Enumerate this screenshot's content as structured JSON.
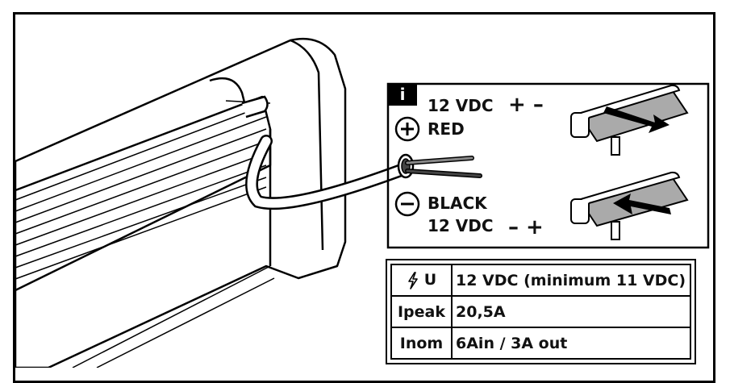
{
  "info_panel": {
    "info_badge": "i",
    "forward": {
      "voltage": "12 VDC",
      "polarity": "+ –",
      "wire_color": "RED"
    },
    "reverse": {
      "wire_color": "BLACK",
      "voltage": "12 VDC",
      "polarity": "– +"
    }
  },
  "specs": {
    "rows": [
      {
        "key": "U",
        "value": "12 VDC (minimum 11 VDC)"
      },
      {
        "key": "Ipeak",
        "value": "20,5A"
      },
      {
        "key": "Inom",
        "value": "6Ain / 3A out"
      }
    ]
  },
  "icons": [
    "lightning-icon",
    "plus-circle-icon",
    "minus-circle-icon",
    "extend-arrow-icon",
    "retract-arrow-icon"
  ]
}
